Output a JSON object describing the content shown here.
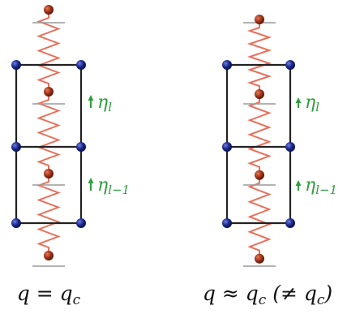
{
  "panels": [
    {
      "caption": "q = q_c",
      "labels": [
        {
          "main": "η",
          "sub": "l"
        },
        {
          "main": "η",
          "sub": "l−1"
        }
      ]
    },
    {
      "caption": "q ≈ q_c (≠ q_c)",
      "labels": [
        {
          "main": "η",
          "sub": "l"
        },
        {
          "main": "η",
          "sub": "l−1"
        }
      ]
    }
  ],
  "captions": {
    "left": {
      "p1": "q",
      "p2": " = q",
      "p3": "c"
    },
    "right": {
      "p1": "q",
      "p2": " ≈ q",
      "p3": "c",
      "p4": " (≠ q",
      "p5": "c",
      "p6": ")"
    }
  },
  "colors": {
    "spring": "#e8705a",
    "frame": "#222222",
    "node": "#1c2a8c",
    "ball": "#a2351c",
    "arrow": "#2e9e3e",
    "equilibrium_line": "#9a9a9a"
  }
}
